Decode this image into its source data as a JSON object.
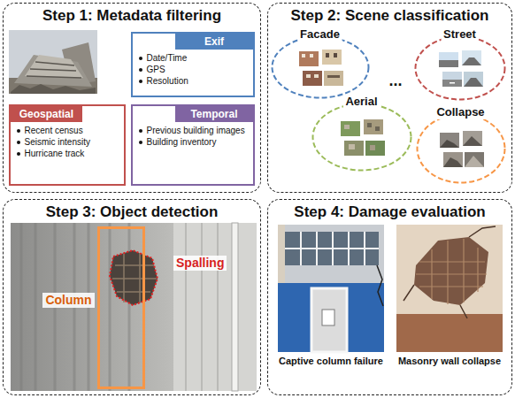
{
  "diagram": {
    "nodes": [
      {
        "text": [
          "Step 1: Metadata filtering"
        ]
      },
      {
        "text": [
          "Exif",
          "Date/Time",
          "GPS",
          "Resolution"
        ],
        "in": 0
      },
      {
        "text": [
          "Geospatial",
          "Recent census",
          "Seismic intensity",
          "Hurricane track"
        ],
        "in": 0
      },
      {
        "text": [
          "Temporal",
          "Previous building images",
          "Building inventory"
        ],
        "in": 0
      },
      {
        "text": [
          "Step 2: Scene classification"
        ]
      },
      {
        "text": [
          "Facade"
        ],
        "in": 4
      },
      {
        "text": [
          "Street"
        ],
        "in": 4
      },
      {
        "text": [
          "Aerial"
        ],
        "in": 4
      },
      {
        "text": [
          "Collapse"
        ],
        "in": 4
      },
      {
        "text": [
          "Step 3: Object detection"
        ]
      },
      {
        "text": [
          "Column"
        ],
        "in": 9
      },
      {
        "text": [
          "Step 4: Damage evaluation"
        ]
      }
    ],
    "labels": [
      "...",
      "Spalling",
      "Captive column failure",
      "Masonry wall collapse"
    ]
  }
}
